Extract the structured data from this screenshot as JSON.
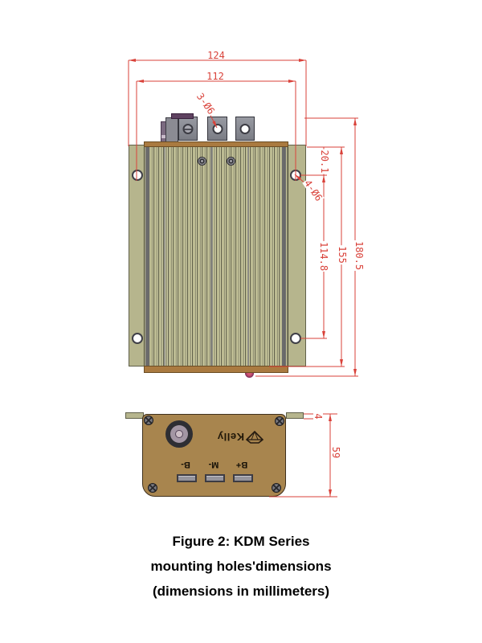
{
  "colors": {
    "dimension_red": "#d9423a",
    "heatsink_olive": "#b6b58d",
    "cover_tan": "#a8854e",
    "strip_brown": "#aa7a40"
  },
  "top_view": {
    "dim_width_outer": "124",
    "dim_width_inner": "112",
    "dim_top_holes": "3-Ø6",
    "dim_edge_to_hole": "20.1",
    "dim_mounting_holes": "4-Ø6",
    "dim_hole_spacing": "114.8",
    "dim_body_height": "155",
    "dim_total_height": "180.5"
  },
  "side_view": {
    "dim_flange_thickness": "4",
    "dim_height": "59",
    "brand": "Kelly",
    "terminal_labels": [
      "B-",
      "M-",
      "B+"
    ]
  },
  "caption": {
    "line1": "Figure 2: KDM Series",
    "line2": "mounting holes'dimensions",
    "line3": "(dimensions in millimeters)"
  }
}
